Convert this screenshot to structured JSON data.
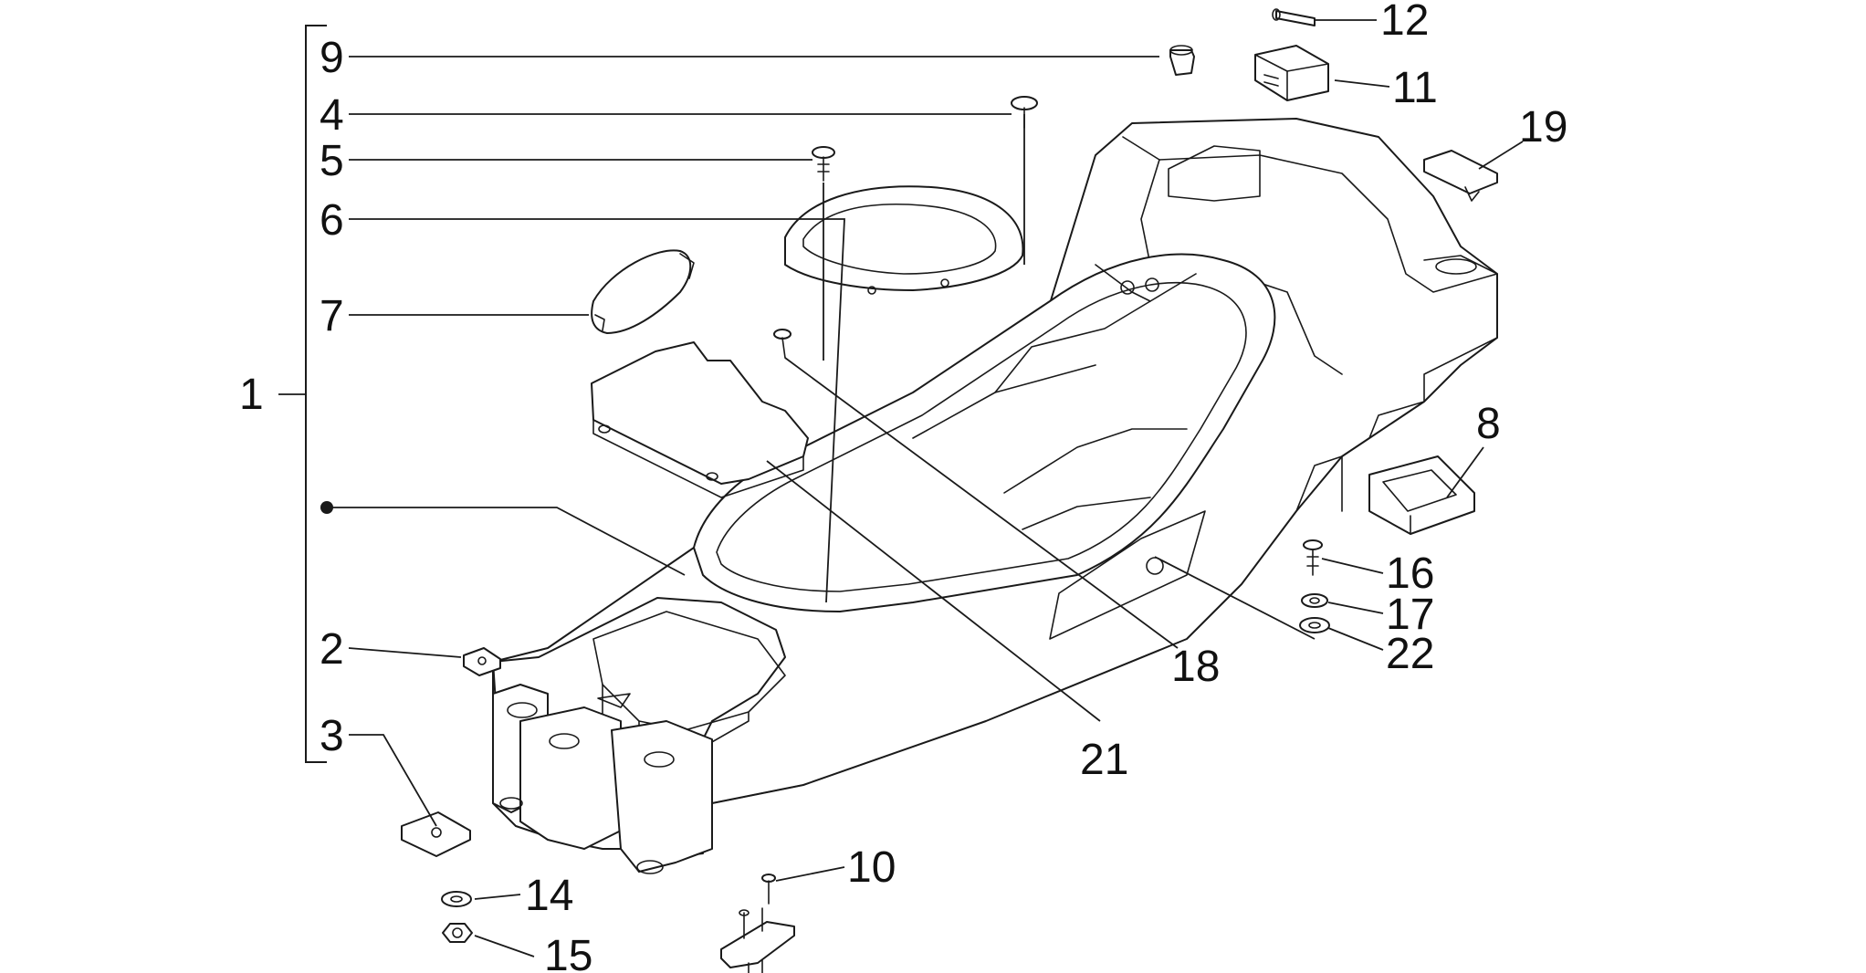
{
  "diagram": {
    "line_color": "#1a1a1a",
    "callouts": [
      {
        "id": "1",
        "text": "1"
      },
      {
        "id": "2",
        "text": "2"
      },
      {
        "id": "3",
        "text": "3"
      },
      {
        "id": "4",
        "text": "4"
      },
      {
        "id": "5",
        "text": "5"
      },
      {
        "id": "6",
        "text": "6"
      },
      {
        "id": "7",
        "text": "7"
      },
      {
        "id": "8",
        "text": "8"
      },
      {
        "id": "9",
        "text": "9"
      },
      {
        "id": "10",
        "text": "10"
      },
      {
        "id": "11",
        "text": "11"
      },
      {
        "id": "12",
        "text": "12"
      },
      {
        "id": "14",
        "text": "14"
      },
      {
        "id": "15",
        "text": "15"
      },
      {
        "id": "16",
        "text": "16"
      },
      {
        "id": "17",
        "text": "17"
      },
      {
        "id": "18",
        "text": "18"
      },
      {
        "id": "19",
        "text": "19"
      },
      {
        "id": "21",
        "text": "21"
      },
      {
        "id": "22",
        "text": "22"
      }
    ]
  }
}
